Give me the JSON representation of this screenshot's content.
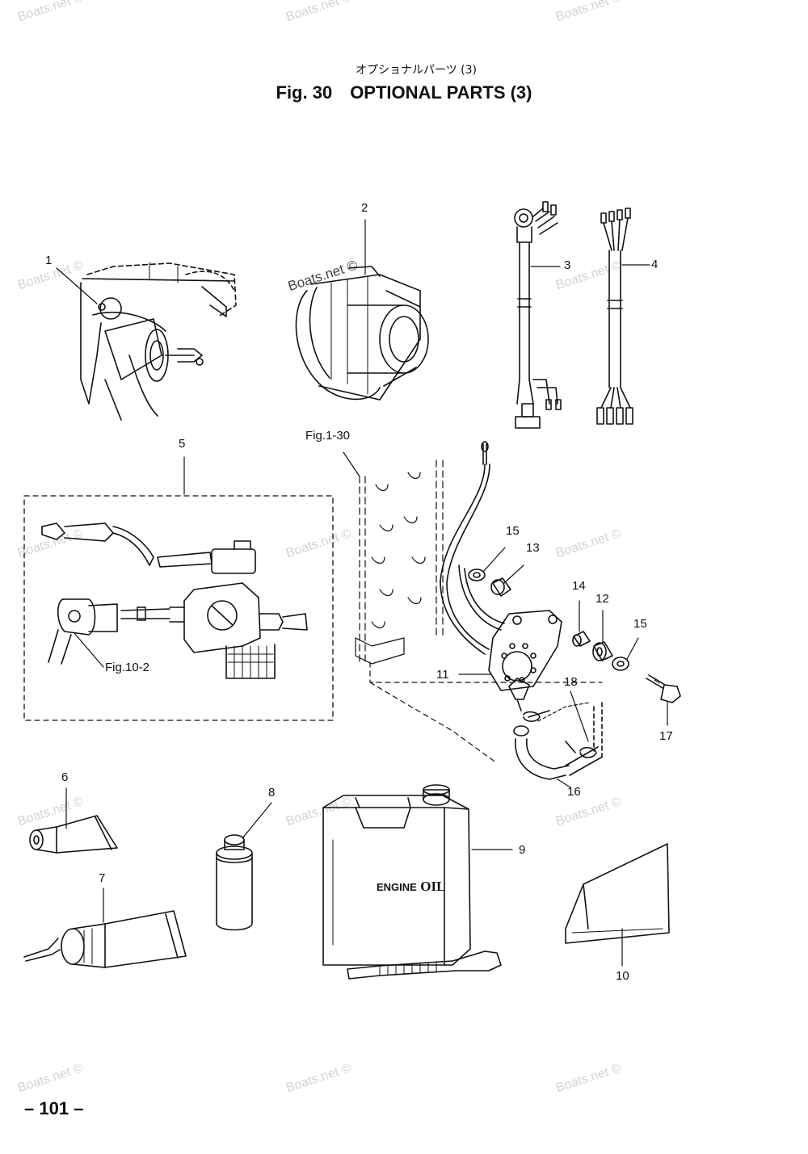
{
  "title_jp": "オプショナルパーツ (3)",
  "title_fig": "Fig. 30",
  "title_main": "OPTIONAL PARTS (3)",
  "page_number": "– 101 –",
  "watermark": "Boats.net ©",
  "watermark_dark": "Boats.net ©",
  "callouts": [
    "1",
    "2",
    "3",
    "4",
    "5",
    "6",
    "7",
    "8",
    "9",
    "10",
    "11",
    "12",
    "13",
    "14",
    "15",
    "15",
    "16",
    "17",
    "18"
  ],
  "refs": {
    "fig_1_30": "Fig.1-30",
    "fig_10_2": "Fig.10-2"
  },
  "oil_can_label": {
    "engine": "ENGINE",
    "oil": "OIL"
  }
}
